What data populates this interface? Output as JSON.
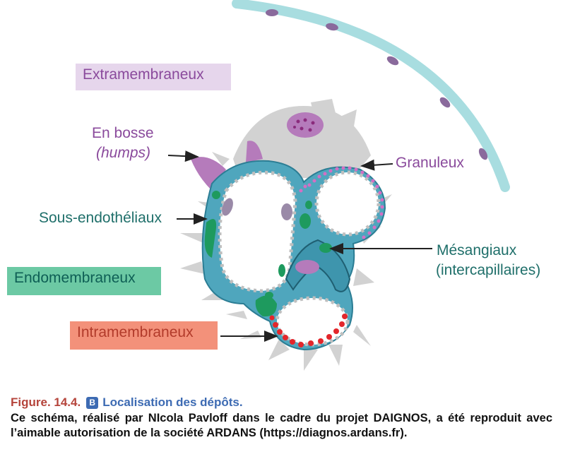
{
  "labels": {
    "extramembraneux": "Extramembraneux",
    "en_bosse": "En bosse",
    "humps": "(humps)",
    "granuleux": "Granuleux",
    "sous_endotheliaux": "Sous-endothéliaux",
    "mesangiaux": "Mésangiaux",
    "intercapillaires": "(intercapillaires)",
    "endomembraneux": "Endomembraneux",
    "intramembraneux": "Intramembraneux"
  },
  "caption": {
    "figure_number": "Figure. 14.4.",
    "badge": "B",
    "heading": "Localisation des dépôts.",
    "body": "Ce schéma, réalisé par NIcola Pavloff dans le cadre du projet DAIGNOS, a été reproduit avec l’aimable autorisation de la société ARDANS (https://diagnos.ardans.fr)."
  },
  "colors": {
    "extra_bg": "#e6d6ec",
    "extra_text": "#8a4a9c",
    "endo_bg": "#6cc9a4",
    "endo_text": "#0e5f55",
    "intra_bg": "#f3917a",
    "intra_text": "#b23b2b",
    "teal_text": "#1f6f6a",
    "purple_text": "#8a4a9c",
    "membrane_blue": "#4fa6bd",
    "capsule": "#a8dde0",
    "deposit_green": "#1e9a5e",
    "deposit_red": "#e3262b",
    "deposit_purple": "#b57bbb"
  }
}
